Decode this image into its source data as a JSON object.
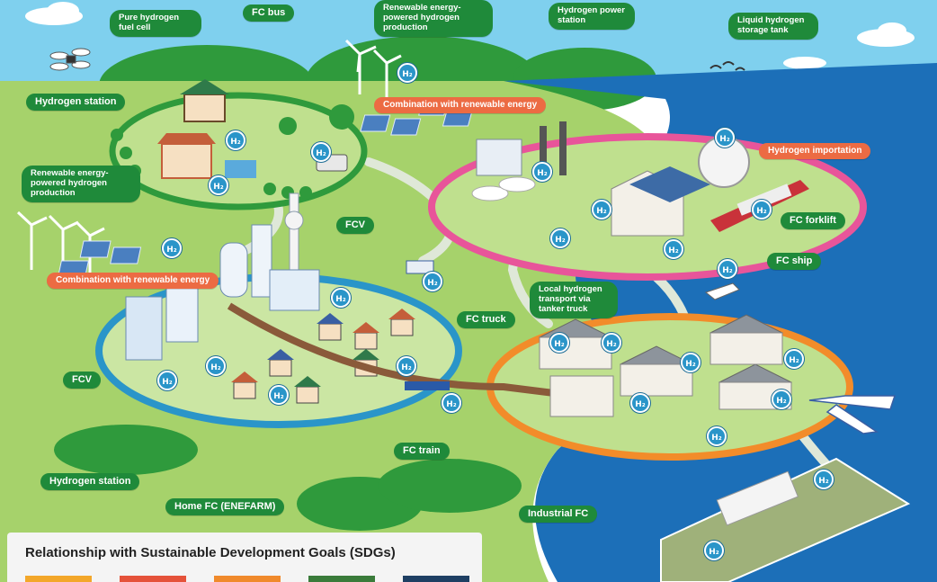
{
  "labels": {
    "pure_hydrogen_fuel_cell": "Pure hydrogen fuel cell",
    "fc_bus": "FC bus",
    "renewable_hydrogen_top": "Renewable energy-powered hydrogen production",
    "hydrogen_power_station": "Hydrogen power station",
    "liquid_hydrogen_storage": "Liquid hydrogen storage tank",
    "hydrogen_station_top": "Hydrogen station",
    "combination_renewable_top": "Combination with renewable energy",
    "hydrogen_importation": "Hydrogen importation",
    "renewable_hydrogen_left": "Renewable energy-powered hydrogen production",
    "fcv_top": "FCV",
    "fc_forklift": "FC forklift",
    "fc_ship": "FC ship",
    "combination_renewable_left": "Combination with renewable energy",
    "local_hydrogen_transport": "Local hydrogen transport via tanker truck",
    "fc_truck": "FC truck",
    "fcv_left": "FCV",
    "fc_train": "FC train",
    "hydrogen_station_bottom": "Hydrogen station",
    "home_fc": "Home FC (ENEFARM)",
    "industrial_fc": "Industrial FC"
  },
  "h2_badge_text": "H₂",
  "sdg": {
    "title": "Relationship with Sustainable Development Goals (SDGs)",
    "tile_colors": [
      "#f3a72a",
      "#e5523a",
      "#f08a2c",
      "#3a7b3a",
      "#1e3f63"
    ]
  },
  "colors": {
    "sky": "#7fd0ee",
    "land": "#a6d26b",
    "sea": "#1c6fb8",
    "label_green": "#1f8a3a",
    "label_orange": "#ec6b43",
    "h2_blue": "#2a95c9",
    "ring_pink": "#e8559a",
    "ring_orange": "#f28c2a",
    "ring_blue": "#2a95c9",
    "ring_green": "#2f9a3c"
  }
}
